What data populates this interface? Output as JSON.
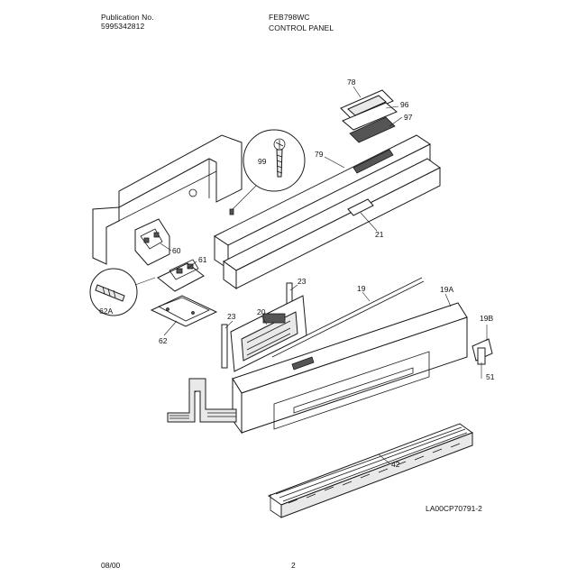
{
  "header": {
    "publication_label": "Publication No.",
    "publication_number": "5995342812",
    "model": "FEB798WC",
    "section_title": "CONTROL PANEL"
  },
  "parts": [
    {
      "id": "p78",
      "label": "78"
    },
    {
      "id": "p96",
      "label": "96"
    },
    {
      "id": "p97",
      "label": "97"
    },
    {
      "id": "p79",
      "label": "79"
    },
    {
      "id": "p99",
      "label": "99"
    },
    {
      "id": "p21",
      "label": "21"
    },
    {
      "id": "p60",
      "label": "60"
    },
    {
      "id": "p61",
      "label": "61"
    },
    {
      "id": "p62A",
      "label": "62A"
    },
    {
      "id": "p62",
      "label": "62"
    },
    {
      "id": "p23a",
      "label": "23"
    },
    {
      "id": "p23b",
      "label": "23"
    },
    {
      "id": "p20",
      "label": "20"
    },
    {
      "id": "p19",
      "label": "19"
    },
    {
      "id": "p19A",
      "label": "19A"
    },
    {
      "id": "p19B",
      "label": "19B"
    },
    {
      "id": "p51",
      "label": "51"
    },
    {
      "id": "p42",
      "label": "42"
    }
  ],
  "diagram_code": "LA00CP70791-2",
  "footer": {
    "date": "08/00",
    "page": "2"
  }
}
